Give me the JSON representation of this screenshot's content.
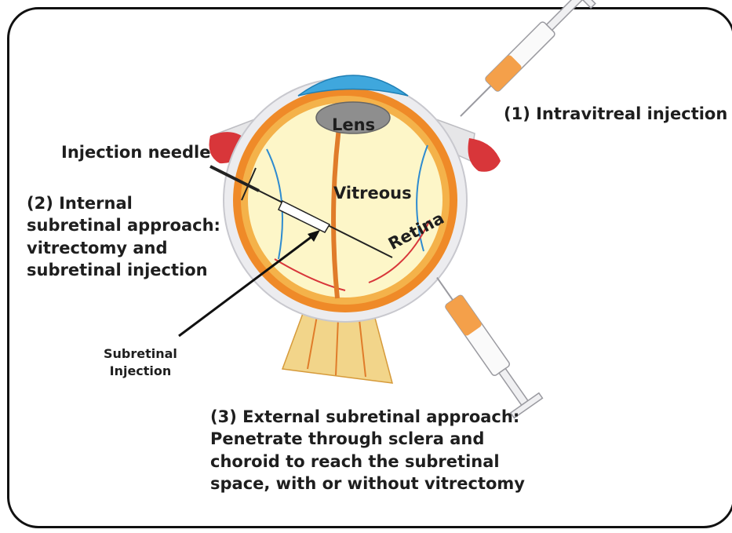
{
  "labels": {
    "lens": "Lens",
    "vitreous": "Vitreous",
    "retina": "Retina",
    "injection_needle": "Injection needle",
    "intravitreal": "(1) Intravitreal injection",
    "internal_lines": [
      "(2) Internal",
      "subretinal approach:",
      "vitrectomy and",
      "subretinal injection"
    ],
    "subretinal_lines": [
      "Subretinal",
      "Injection"
    ],
    "external_lines": [
      "(3) External subretinal approach:",
      "Penetrate through sclera and",
      "choroid to reach the subretinal",
      "space, with or without vitrectomy"
    ]
  },
  "colors": {
    "sclera": "#e9e9ec",
    "choroid": "#ef8a28",
    "retina": "#f4b24a",
    "vitreous": "#fdf6c8",
    "cornea": "#3fa7dd",
    "lens": "#8e8e8e",
    "muscle": "#d8363a",
    "syringe_liquid": "#f4a04a",
    "outline": "#111111"
  },
  "icons": [
    "eye-cross-section-icon",
    "syringe-icon",
    "needle-icon",
    "arrow-icon"
  ]
}
